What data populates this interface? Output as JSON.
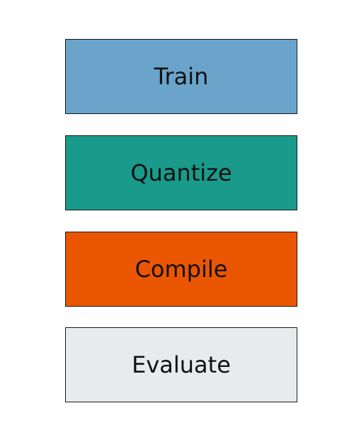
{
  "steps": [
    {
      "label": "Train",
      "color": "#6aa4cb"
    },
    {
      "label": "Quantize",
      "color": "#1a9a8a"
    },
    {
      "label": "Compile",
      "color": "#ea5600"
    },
    {
      "label": "Evaluate",
      "color": "#e7ebeb"
    }
  ]
}
